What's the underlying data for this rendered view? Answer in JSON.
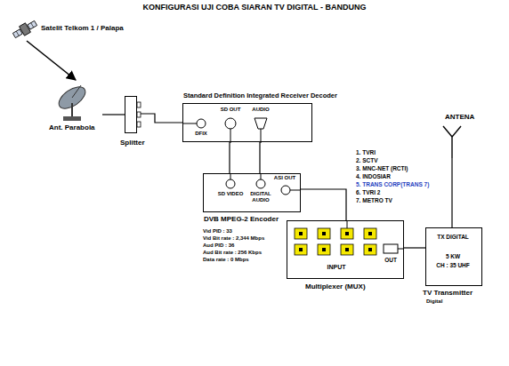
{
  "diagram": {
    "title": "KONFIGURASI UJI COBA SIARAN TV DIGITAL - BANDUNG",
    "nodes": [
      {
        "text": [
          "Satelit Telkom 1 / Palapa"
        ]
      },
      {
        "text": [
          "Ant. Parabola"
        ]
      },
      {
        "text": [
          "Splitter"
        ]
      },
      {
        "text": [
          "Standard Definition Integrated Receiver Decoder",
          "DFIX",
          "SD OUT",
          "AUDIO"
        ]
      },
      {
        "text": [
          "SD VIDEO",
          "DIGITAL AUDIO",
          "ASI OUT",
          "DVB MPEG-2 Encoder"
        ]
      },
      {
        "text": [
          "INPUT",
          "OUT",
          "Multiplexer (MUX)"
        ]
      },
      {
        "text": [
          "TX DIGITAL",
          "5 KW",
          "CH : 35 UHF",
          "TV Transmitter",
          "Digital"
        ]
      },
      {
        "text": [
          "ANTENA"
        ]
      }
    ],
    "edges": [
      {
        "from": 0,
        "to": 1,
        "arrow": "to"
      },
      {
        "from": 1,
        "to": 2,
        "arrow": "none"
      },
      {
        "from": 2,
        "to": 3,
        "arrow": "none"
      },
      {
        "from": 3,
        "to": 4,
        "arrow": "none"
      },
      {
        "from": 3,
        "to": 4,
        "arrow": "none"
      },
      {
        "from": 4,
        "to": 5,
        "arrow": "none"
      },
      {
        "from": 5,
        "to": 6,
        "arrow": "none"
      },
      {
        "from": 6,
        "to": 7,
        "arrow": "none"
      }
    ],
    "labels": [
      "Vid PID : 33",
      "Vid Bit rate : 2,344 Mbps",
      "Aud PID : 36",
      "Aud Bit rate : 256 Kbps",
      "Data rate : 0 Mbps",
      "1. TVRI",
      "2. SCTV",
      "3. MNC-NET (RCTI)",
      "4. INDOSIAR",
      "5. TRANS CORP(TRANS 7)",
      "6. TVRI 2",
      "7. METRO TV"
    ]
  }
}
